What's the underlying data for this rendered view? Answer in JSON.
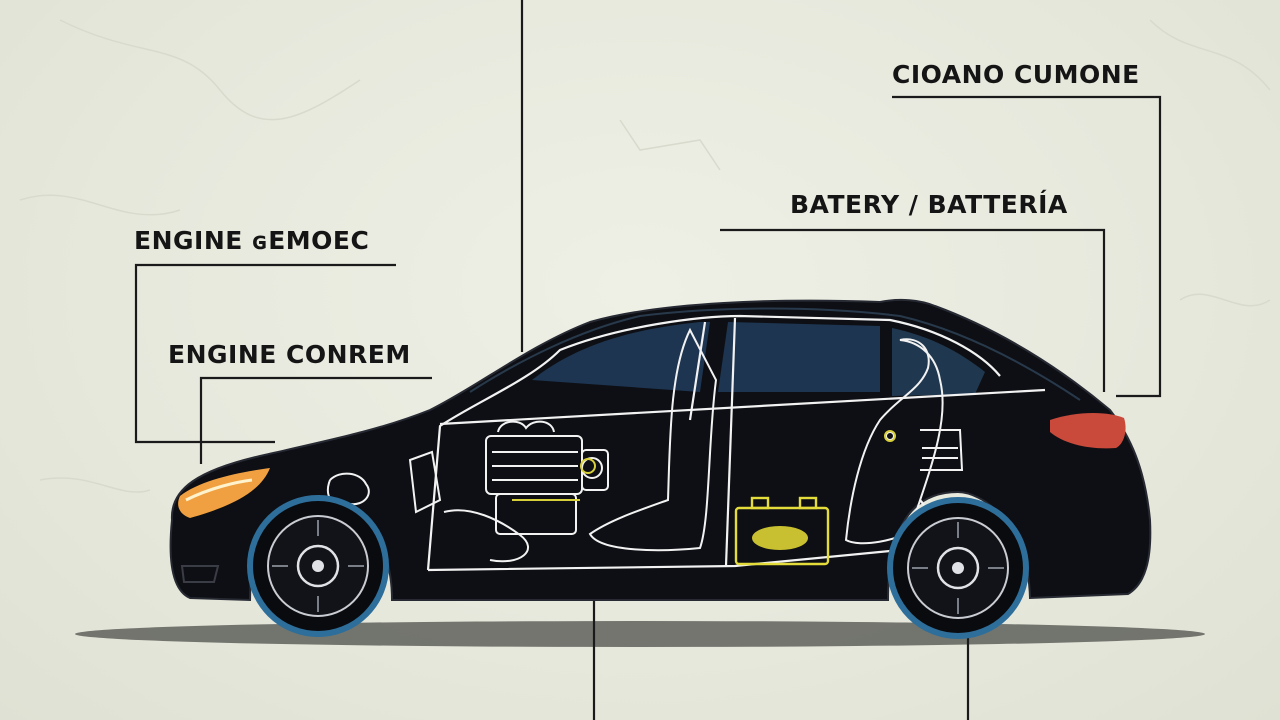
{
  "labels": {
    "cioano_cumone": "CIOANO CUMONE",
    "battery": "BATERY / BATTERÍA",
    "engine_gemoec": "ENGINE ɢEMOEC",
    "engine_conrem": "ENGINE CONREM"
  },
  "colors": {
    "background": "#e9eadf",
    "car_body": "#0d0f14",
    "window_blue": "#1d3550",
    "outline_white": "#f2f2f2",
    "battery_yellow": "#e4dc3a",
    "tire_rim_blue": "#2e6e9a",
    "taillight_red": "#c94a3a",
    "headlight_amber": "#f0a040",
    "leader_line": "#1a1a1a",
    "shadow": "#5e605a"
  },
  "icons": {
    "car": "car-cutaway-icon",
    "engine": "engine-icon",
    "battery": "battery-icon",
    "seat": "seat-icon",
    "wheel": "wheel-icon"
  }
}
